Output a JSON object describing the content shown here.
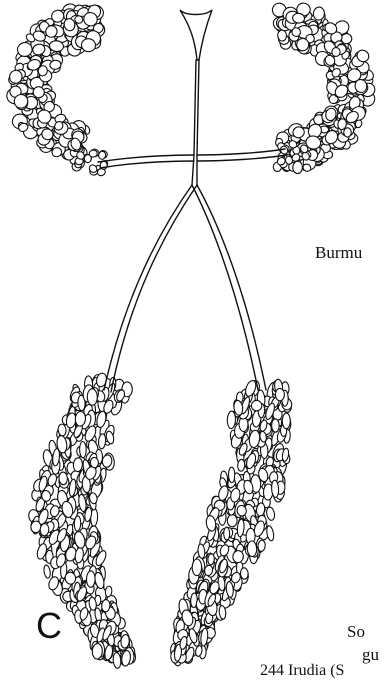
{
  "labels": {
    "panel_letter": "C",
    "burmu": "Burmu",
    "so": "So",
    "gu": "gu",
    "caption": "244 Irudia (S"
  },
  "colors": {
    "ink": "#111111",
    "background": "#ffffff"
  }
}
